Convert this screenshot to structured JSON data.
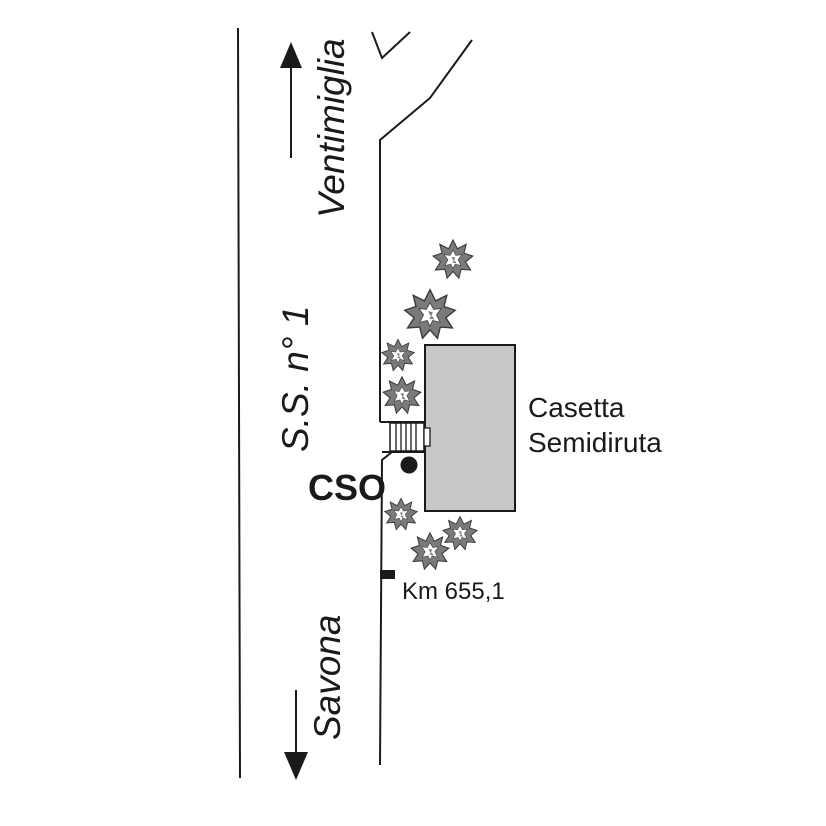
{
  "map": {
    "road_name": "S.S. n° 1",
    "direction_north": "Ventimiglia",
    "direction_south": "Savona",
    "building_label_line1": "Casetta",
    "building_label_line2": "Semidiruta",
    "station_label": "CSO",
    "km_marker_label": "Km 655,1"
  },
  "colors": {
    "line": "#1a1a1a",
    "building_fill": "#c8c8c8",
    "shrub_fill": "#7a7a7a",
    "background": "#ffffff"
  }
}
